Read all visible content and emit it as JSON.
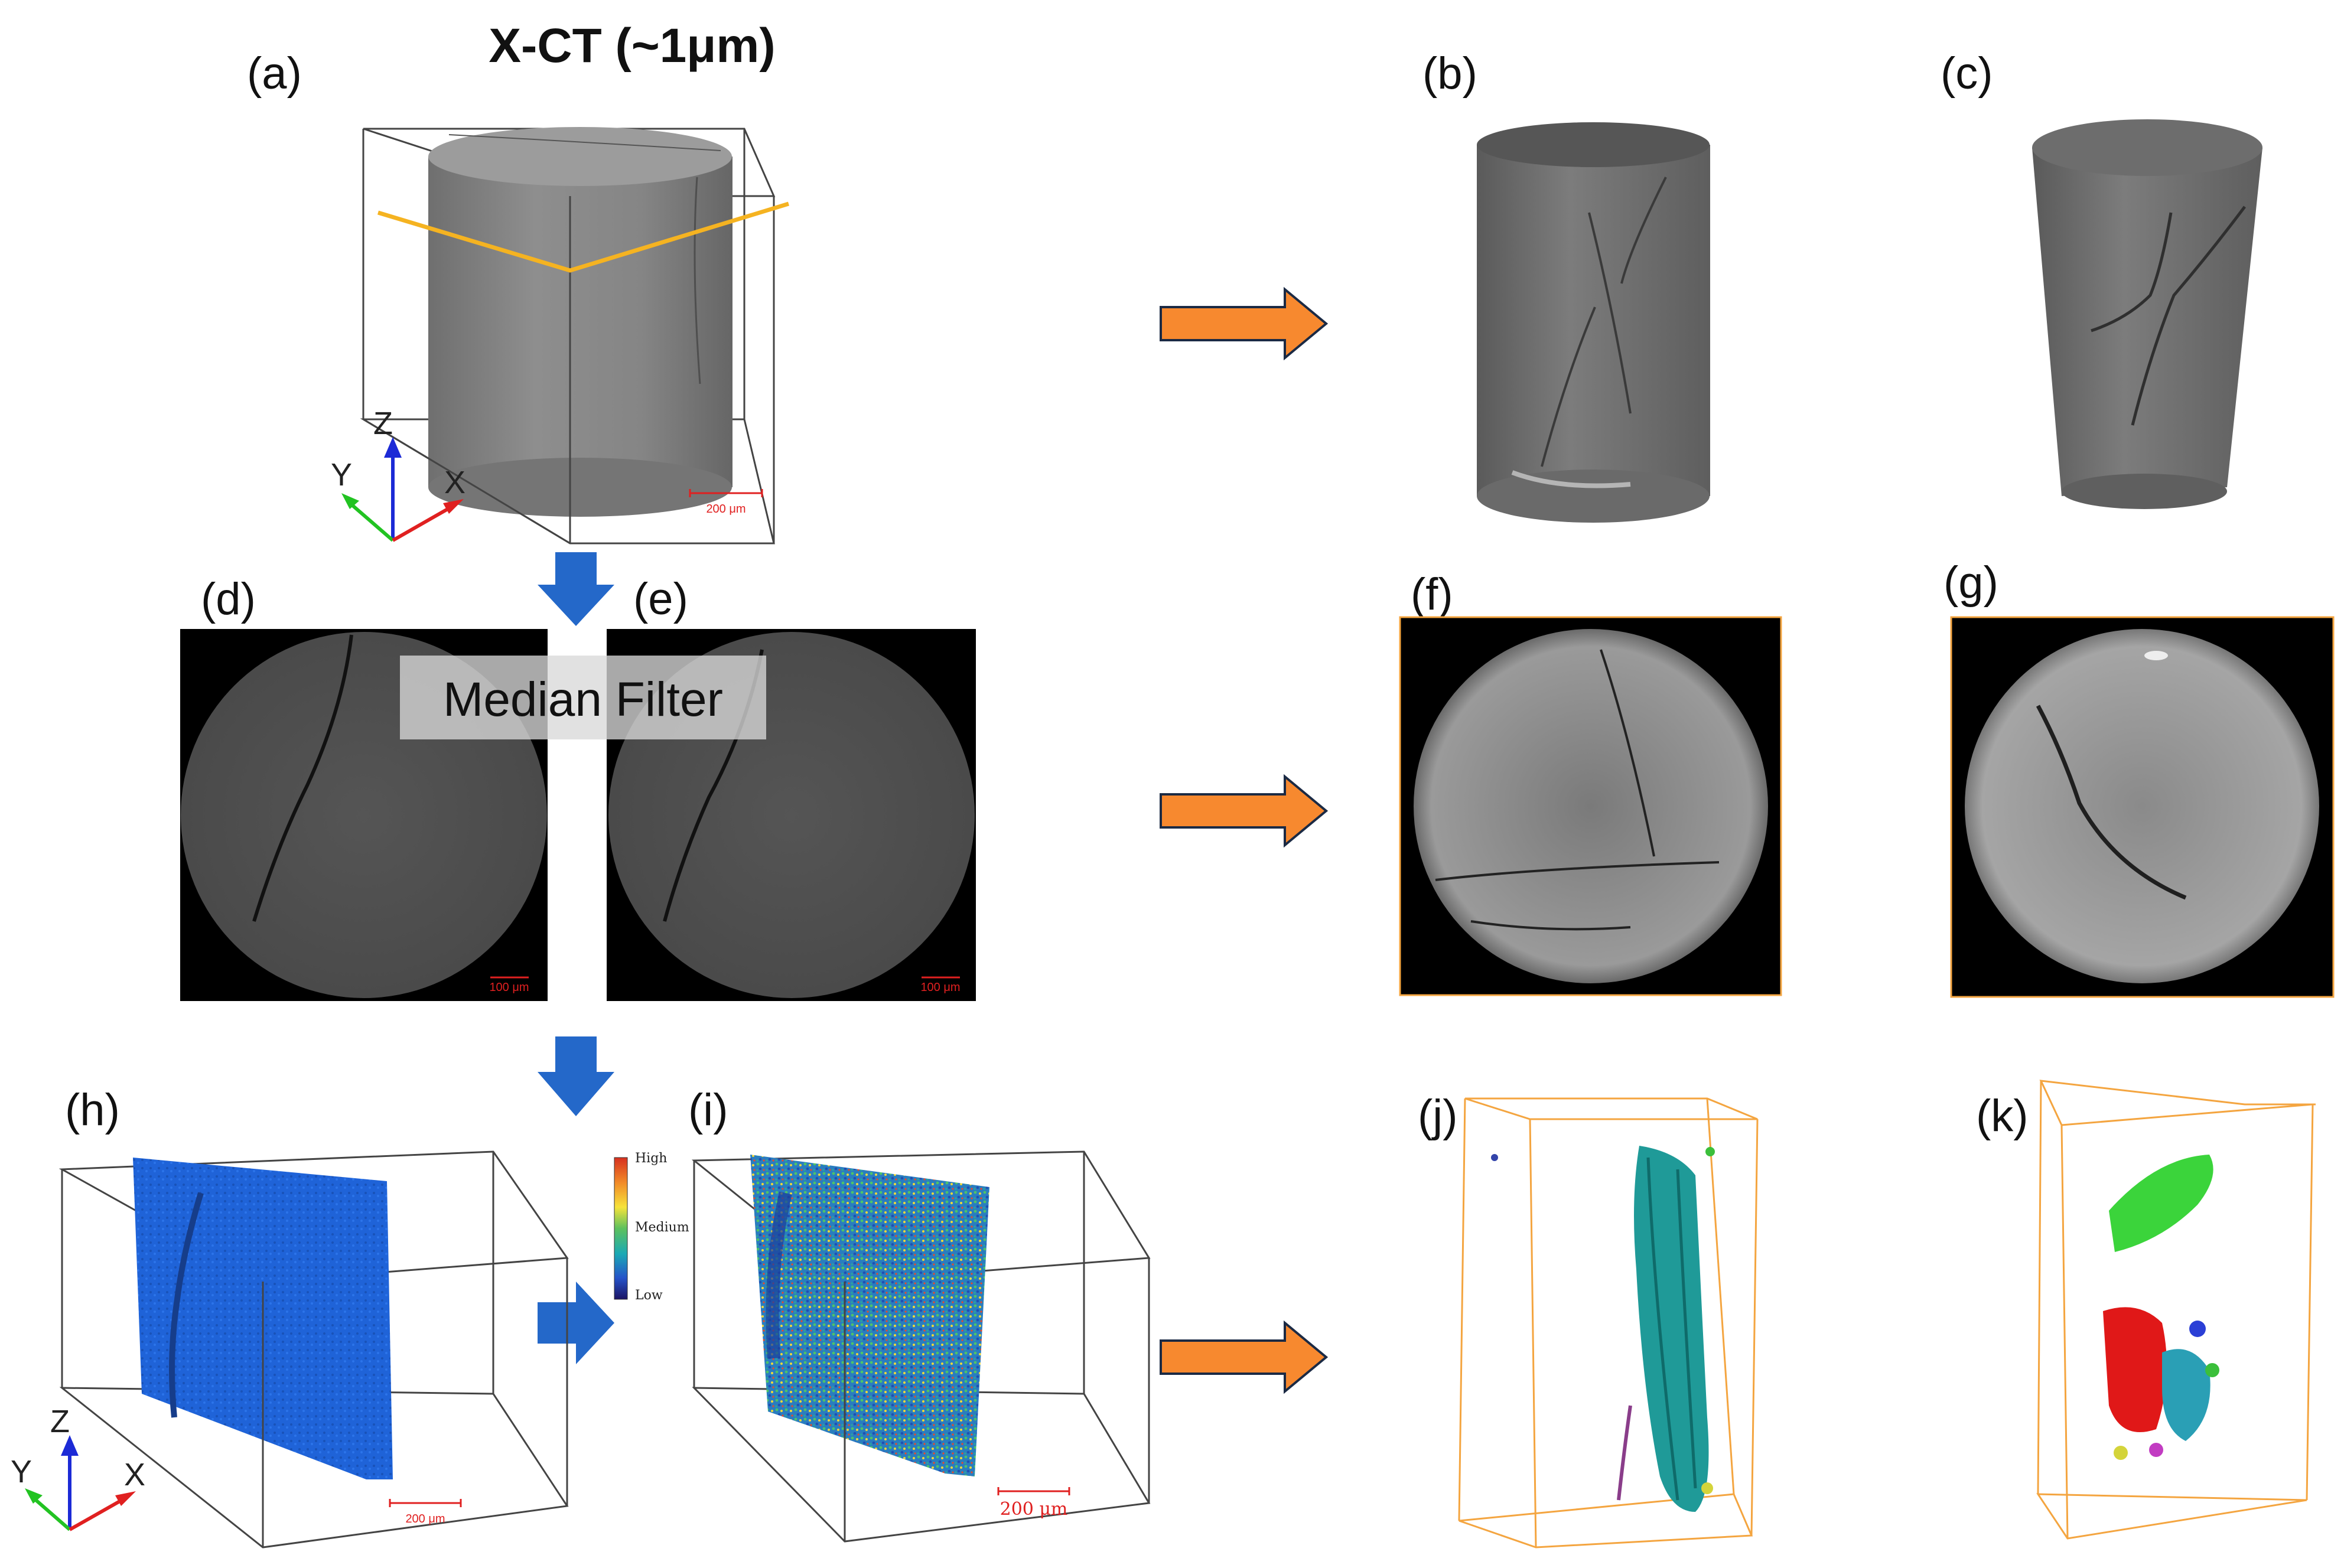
{
  "title": "X-CT (~1μm)",
  "panels": {
    "a": "(a)",
    "b": "(b)",
    "c": "(c)",
    "d": "(d)",
    "e": "(e)",
    "f": "(f)",
    "g": "(g)",
    "h": "(h)",
    "i": "(i)",
    "j": "(j)",
    "k": "(k)"
  },
  "axes": {
    "x": "X",
    "y": "Y",
    "z": "Z"
  },
  "scale_bars": {
    "a": "200 μm",
    "d": "100 μm",
    "e": "100 μm",
    "h": "200 μm",
    "i": "200 μm"
  },
  "overlay": {
    "median_filter": "Median Filter"
  },
  "legend": {
    "high": "High",
    "medium": "Medium",
    "low": "Low"
  },
  "colors": {
    "arrow_orange": "#f7892f",
    "arrow_blue": "#2468c9",
    "slice_line": "#f5b321",
    "cube_orange": "#f4a540",
    "pore_blue": "#1f63d8",
    "fracture_teal": "#1f9a98",
    "fracture_green": "#3bd43b",
    "fracture_red": "#e01818"
  }
}
